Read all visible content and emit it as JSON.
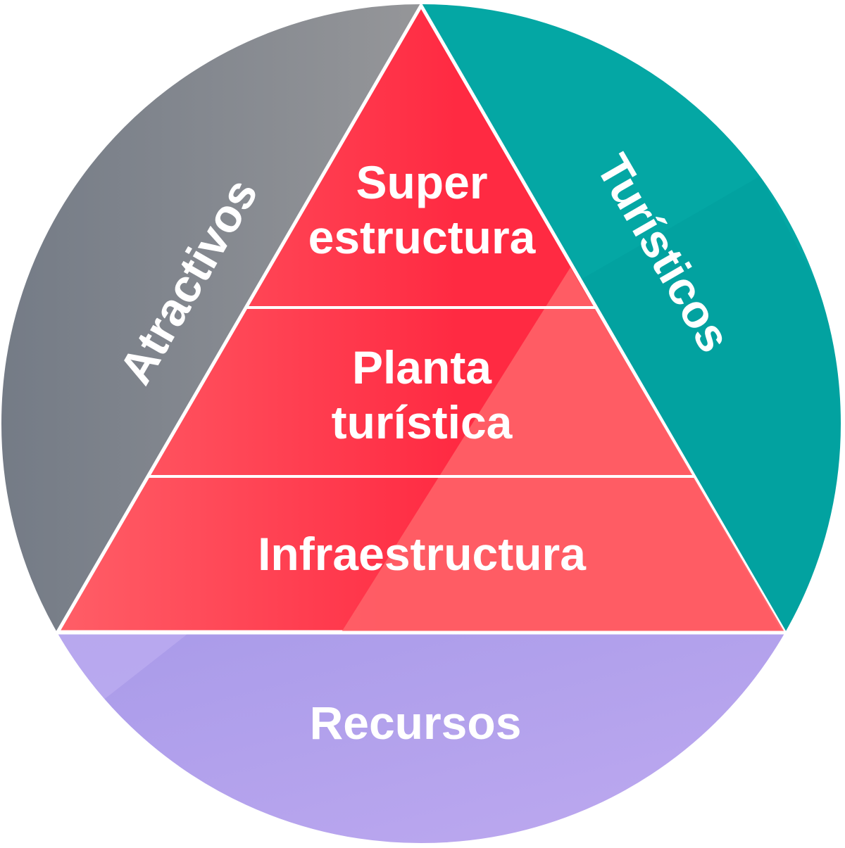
{
  "diagram": {
    "segments": {
      "left": {
        "label": "Atractivos",
        "color": "#80858f"
      },
      "right": {
        "label": "Turísticos",
        "color": "#04a7a4"
      },
      "bottom": {
        "label": "Recursos",
        "color": "#b3a3ec"
      }
    },
    "pyramid": {
      "color": "#ff3b4c",
      "levels": [
        {
          "lines": [
            "Super",
            "estructura"
          ]
        },
        {
          "lines": [
            "Planta",
            "turística"
          ]
        },
        {
          "lines": [
            "Infraestructura"
          ]
        }
      ]
    }
  }
}
